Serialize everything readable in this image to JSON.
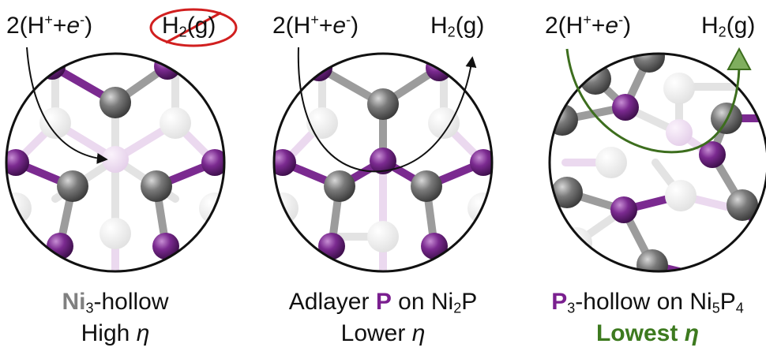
{
  "colors": {
    "ni": "#7a7a7a",
    "ni_faded": "#e6e6e6",
    "p": "#7b2a90",
    "p_faded": "#e8d4ec",
    "bond_gray": "#9c9c9c",
    "bond_purple": "#7b2a90",
    "strike_red": "#d11f1f",
    "green_arrow": "#3d6e1e",
    "green_text": "#3d7a1f"
  },
  "panels": [
    {
      "reactant": {
        "prefix": "2(H",
        "sup1": "+",
        "mid": "+",
        "e": "e",
        "sup2": "-",
        "suffix": ")"
      },
      "product": {
        "pre": "H",
        "sub": "2",
        "post": "(g)",
        "crossed": true
      },
      "title": {
        "a": "Ni",
        "a_sub": "3",
        "b": "-hollow",
        "c": "",
        "d": "",
        "d_sub": "",
        "e": ""
      },
      "subtitle": {
        "word": "High",
        "eta": "η"
      }
    },
    {
      "reactant": {
        "prefix": "2(H",
        "sup1": "+",
        "mid": "+",
        "e": "e",
        "sup2": "-",
        "suffix": ")"
      },
      "product": {
        "pre": "H",
        "sub": "2",
        "post": "(g)",
        "crossed": false
      },
      "title": {
        "a": "Adlayer ",
        "b": "P",
        "c": " on Ni",
        "c_sub": "2",
        "d": "P"
      },
      "subtitle": {
        "word": "Lower",
        "eta": "η"
      }
    },
    {
      "reactant": {
        "prefix": "2(H",
        "sup1": "+",
        "mid": "+",
        "e": "e",
        "sup2": "-",
        "suffix": ")"
      },
      "product": {
        "pre": "H",
        "sub": "2",
        "post": "(g)",
        "crossed": false
      },
      "title": {
        "a": "P",
        "a_sub": "3",
        "b": "-hollow on Ni",
        "b_sub": "5",
        "c": "P",
        "c_sub": "4"
      },
      "subtitle": {
        "word": "Lowest",
        "eta": "η"
      }
    }
  ]
}
